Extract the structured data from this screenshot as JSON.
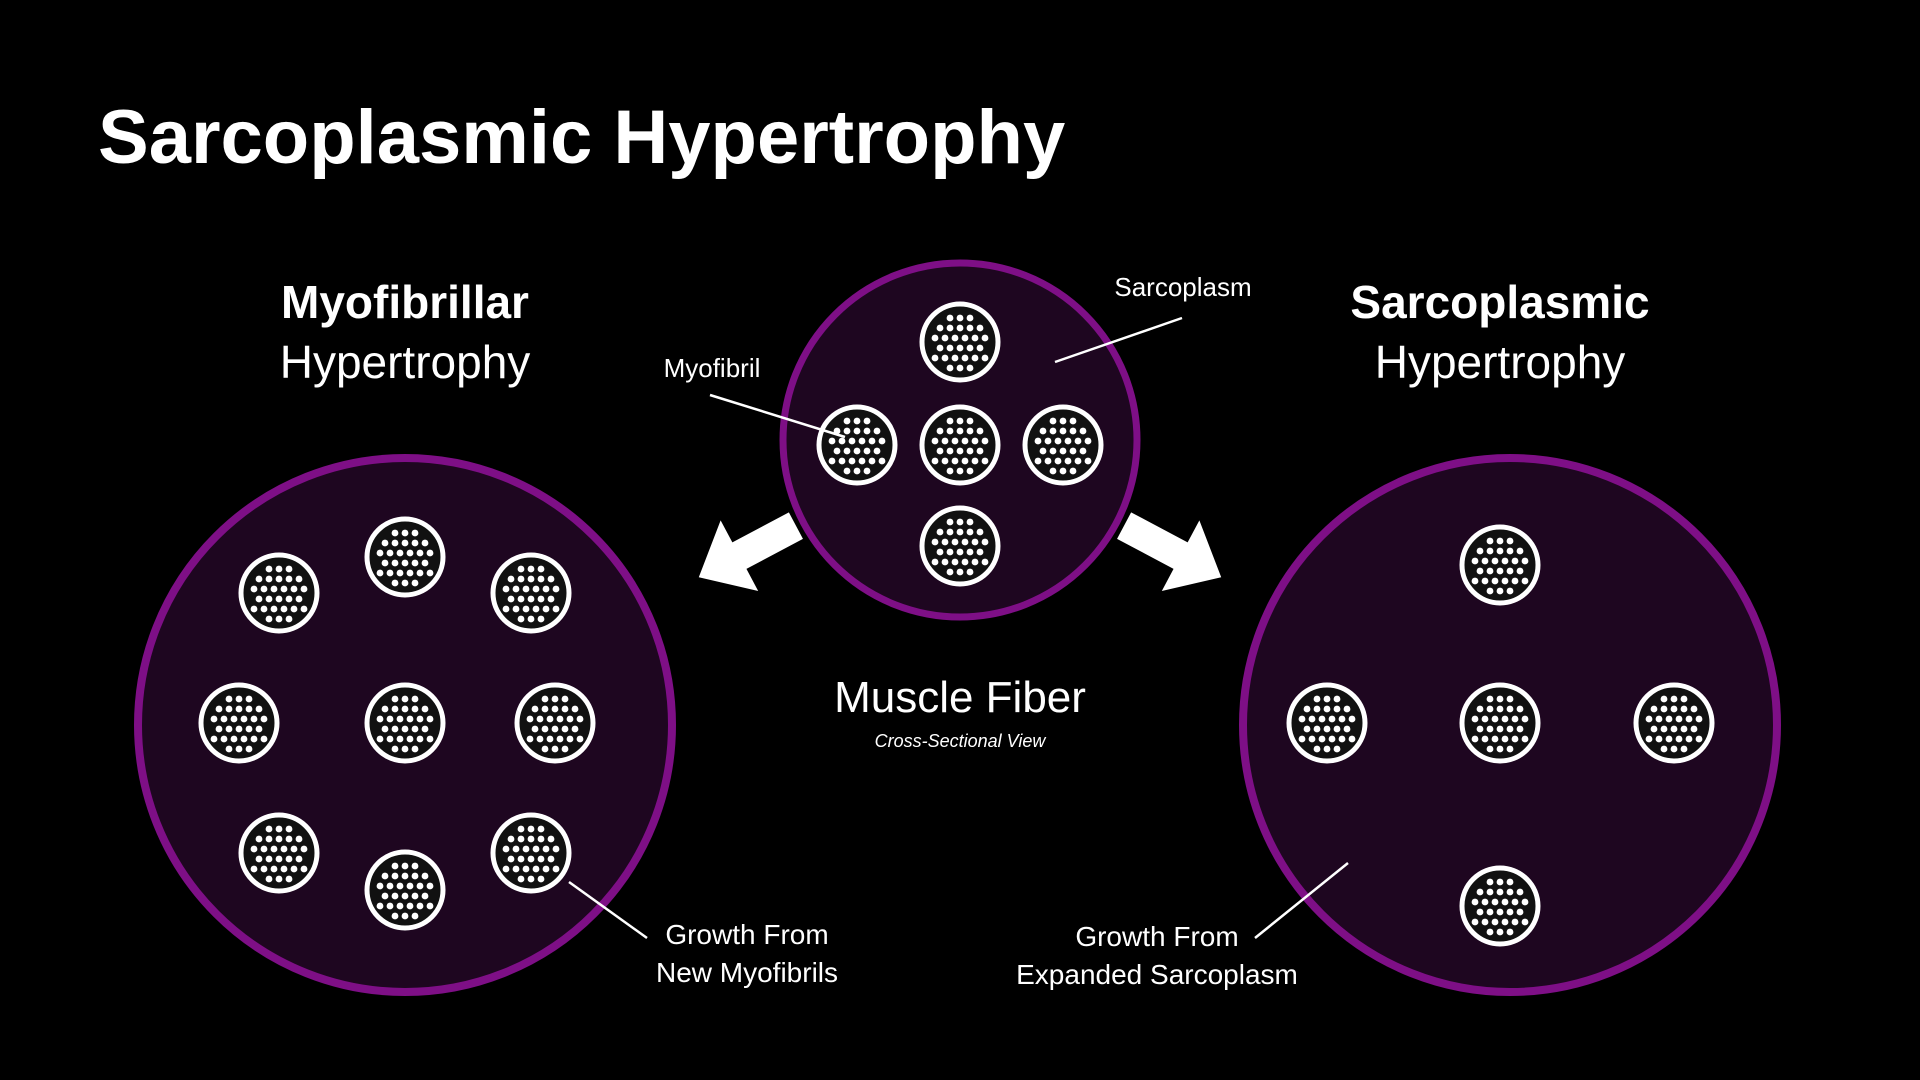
{
  "title": "Sarcoplasmic Hypertrophy",
  "center": {
    "label": "Muscle Fiber",
    "sublabel": "Cross-Sectional View",
    "callout_sarcoplasm": "Sarcoplasm",
    "callout_myofibril": "Myofibril"
  },
  "left": {
    "heading_bold": "Myofibrillar",
    "heading_regular": "Hypertrophy",
    "callout_line1": "Growth From",
    "callout_line2": "New Myofibrils"
  },
  "right": {
    "heading_bold": "Sarcoplasmic",
    "heading_regular": "Hypertrophy",
    "callout_line1": "Growth From",
    "callout_line2": "Expanded Sarcoplasm"
  },
  "colors": {
    "background": "#000000",
    "fiber_fill": "#1e0620",
    "fiber_stroke": "#7e0f86",
    "myofibril_ring": "#ffffff",
    "myofibril_fill": "#111111",
    "text": "#ffffff"
  }
}
